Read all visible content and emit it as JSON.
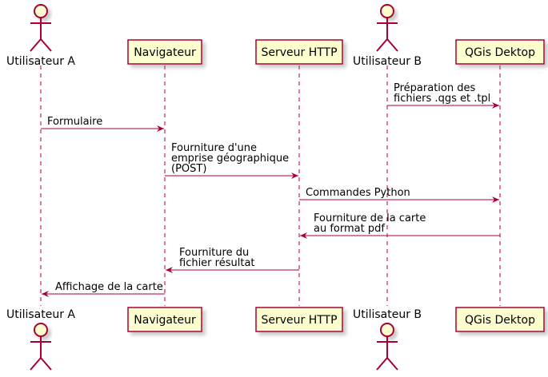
{
  "diagram": {
    "type": "sequence",
    "colors": {
      "participant_fill": "#FEFECE",
      "participant_border": "#A80036",
      "lifeline": "#A80036",
      "arrow": "#A80036",
      "actor_fill": "#FEFECE"
    },
    "participants": [
      {
        "id": "ua",
        "kind": "actor",
        "label": "Utilisateur A"
      },
      {
        "id": "nav",
        "kind": "box",
        "label": "Navigateur"
      },
      {
        "id": "srv",
        "kind": "box",
        "label": "Serveur HTTP"
      },
      {
        "id": "ub",
        "kind": "actor",
        "label": "Utilisateur B"
      },
      {
        "id": "qgis",
        "kind": "box",
        "label": "QGis Dektop"
      }
    ],
    "messages": [
      {
        "from": "ub",
        "to": "qgis",
        "lines": [
          "Préparation des",
          "fichiers .qgs et .tpl"
        ]
      },
      {
        "from": "ua",
        "to": "nav",
        "lines": [
          "Formulaire"
        ]
      },
      {
        "from": "nav",
        "to": "srv",
        "lines": [
          "Fourniture d'une",
          "emprise géographique",
          "(POST)"
        ]
      },
      {
        "from": "srv",
        "to": "qgis",
        "lines": [
          "Commandes Python"
        ]
      },
      {
        "from": "qgis",
        "to": "srv",
        "lines": [
          "Fourniture de la carte",
          "au format pdf"
        ]
      },
      {
        "from": "srv",
        "to": "nav",
        "lines": [
          "Fourniture du",
          "fichier résultat"
        ]
      },
      {
        "from": "nav",
        "to": "ua",
        "lines": [
          "Affichage de la carte"
        ]
      }
    ]
  }
}
